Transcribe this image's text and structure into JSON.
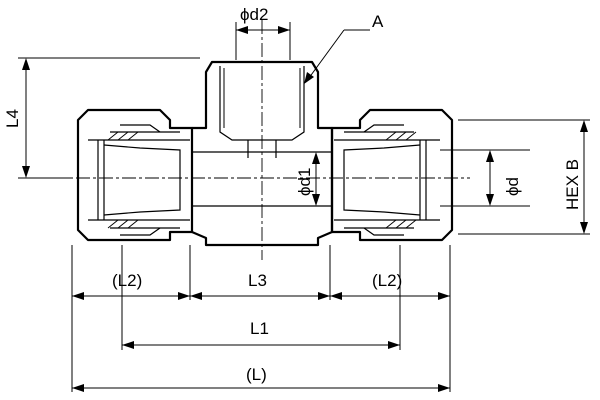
{
  "labels": {
    "top_diameter": "ϕd2",
    "callout": "A",
    "left_height": "L4",
    "inner_diameter": "ϕd1",
    "tube_diameter": "ϕd",
    "hex": "HEX B",
    "left_body": "(L2)",
    "center_body": "L3",
    "right_body": "(L2)",
    "overall_l1": "L1",
    "overall_l": "(L)"
  }
}
